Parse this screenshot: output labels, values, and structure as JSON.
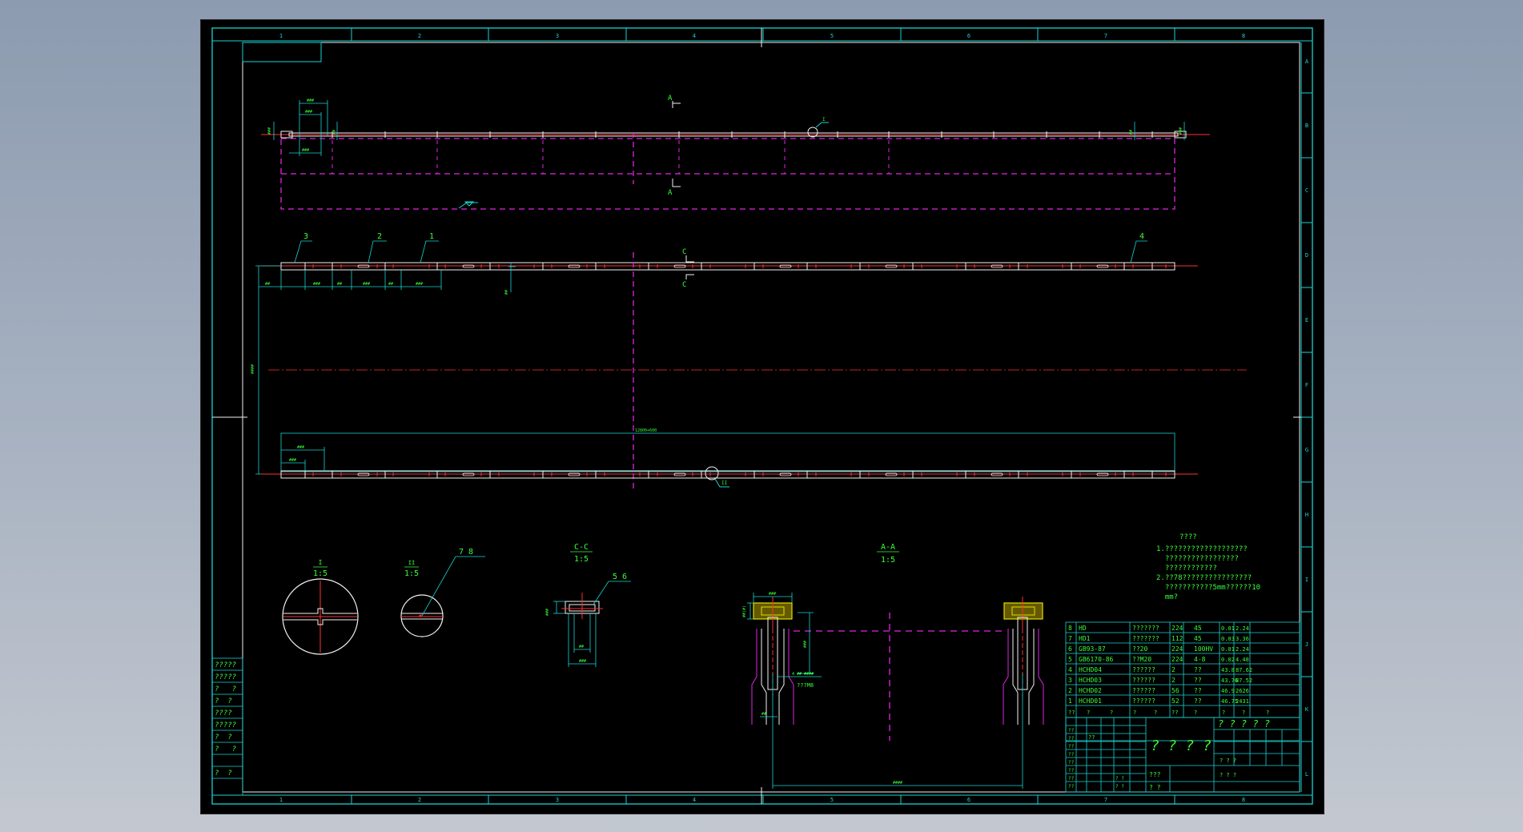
{
  "colors": {
    "frame": "#19d3d3",
    "text": "#39ff39",
    "magenta": "#e026e0",
    "red": "#ff3030",
    "white": "#f2f2f2",
    "yellow": "#e0e000",
    "background": "#000000"
  },
  "zones": {
    "columns": [
      "1",
      "2",
      "3",
      "4",
      "5",
      "6",
      "7",
      "8"
    ],
    "rows": [
      "A",
      "B",
      "C",
      "D",
      "E",
      "F",
      "G",
      "H",
      "I",
      "J",
      "K",
      "L"
    ]
  },
  "labels": {
    "section_a_top": "A",
    "section_a_bottom": "A",
    "section_c_top": "C",
    "section_c_bottom": "C",
    "balloon_1": "1",
    "balloon_2": "2",
    "balloon_3": "3",
    "balloon_4": "4",
    "balloon_78": "7  8",
    "balloon_56": "5  6",
    "overall_length": "12800+600"
  },
  "details": {
    "detail_i": {
      "label": "I",
      "scale": "1:5"
    },
    "detail_ii": {
      "label": "II",
      "scale": "1:5"
    },
    "section_cc": {
      "label": "C-C",
      "scale": "1:5"
    },
    "section_aa": {
      "label": "A-A",
      "scale": "1:5"
    },
    "weld_note": "???M8"
  },
  "notes": {
    "title": "????",
    "lines": [
      "1.???????????????????",
      "  ?????????????????",
      "  ????????????",
      "2.??78????????????????",
      "  ???????????5mm??????10",
      "  mm?"
    ]
  },
  "bom": {
    "rows": [
      [
        "8",
        "HD",
        "???????",
        "224",
        "45",
        "0.01",
        "2.24"
      ],
      [
        "7",
        "HD1",
        "???????",
        "112",
        "45",
        "0.03",
        "3.36"
      ],
      [
        "6",
        "GB93-87",
        "??20",
        "224",
        "100HV",
        "0.01",
        "2.24"
      ],
      [
        "5",
        "GB6170-86",
        "??M20",
        "224",
        "4-8",
        "0.02",
        "4.48"
      ],
      [
        "4",
        "HCHD04",
        "??????",
        "2",
        "??",
        "43.8",
        "87.62"
      ],
      [
        "3",
        "HCHD03",
        "??????",
        "2",
        "??",
        "43.76",
        "87.52"
      ],
      [
        "2",
        "HCHD02",
        "??????",
        "56",
        "??",
        "46.9",
        "2626"
      ],
      [
        "1",
        "HCHD01",
        "??????",
        "52",
        "??",
        "46.75",
        "2431"
      ]
    ],
    "header": [
      "??",
      "?",
      "?",
      "?",
      "?",
      "??",
      "?",
      "?",
      "?",
      "?"
    ]
  },
  "title_block": {
    "big_marks": "? ? ? ?",
    "right_marks": "? ? ? ? ?",
    "approval": "???",
    "label_a": "? ?",
    "label_b": "??",
    "sub_row": "?    ?    ?"
  },
  "left_strip": [
    "?????",
    "?????",
    "?   ?",
    "?  ?",
    "????",
    "?????",
    "?  ?",
    "?   ?",
    "?  ?"
  ]
}
